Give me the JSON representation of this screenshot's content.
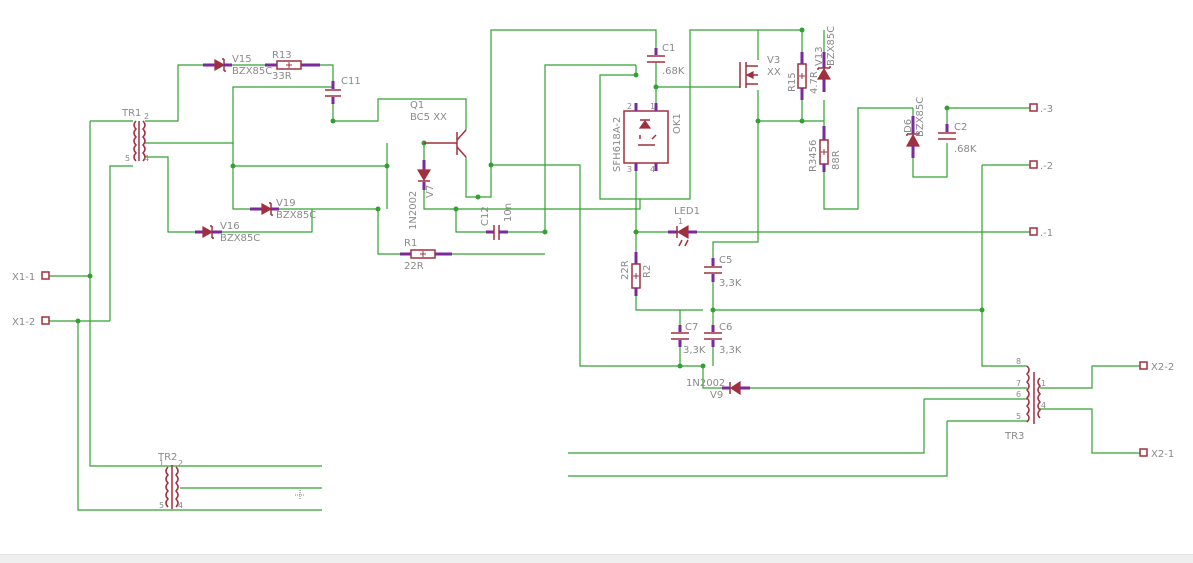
{
  "ports": {
    "x1_1": "X1-1",
    "x1_2": "X1-2",
    "x2_2": "X2-2",
    "x2_1": "X2-1",
    "out3": ".-3",
    "out2": ".-2",
    "out1": ".-1"
  },
  "parts": {
    "tr1": "TR1",
    "tr2": "TR2",
    "tr3": "TR3",
    "v15": "V15",
    "v15_val": "BZX85C",
    "r13": "R13",
    "r13_val": "33R",
    "c11": "C11",
    "q1": "Q1",
    "q1_val": "BC5 XX",
    "v19": "V19",
    "v19_val": "BZX85C",
    "v16": "V16",
    "v16_val": "BZX85C",
    "v7": "V7",
    "v7_val": "1N2002",
    "c12": "C12",
    "c12_val": "10n",
    "r1": "R1",
    "r1_val": "22R",
    "c1": "C1",
    "c1_val": ".68K",
    "ok1": "OK1",
    "ok1_val": "SFH618A-2",
    "v3": "V3",
    "v3_val": "XX",
    "r15": "R15",
    "r15_val": "4.7R",
    "v13": "V13",
    "v13_val": "BZX85C",
    "r3456": "R3456",
    "r3456_val": "88R",
    "d6": "D6",
    "d6_val": "BZX85C",
    "c2": "C2",
    "c2_val": ".68K",
    "led1": "LED1",
    "r2": "R2",
    "r2_val": "22R",
    "c5": "C5",
    "c5_val": "3,3K",
    "c7": "C7",
    "c7_val": "3,3K",
    "c6": "C6",
    "c6_val": "3,3K",
    "v9": "V9",
    "v9_val": "1N2002"
  },
  "pin_numbers": {
    "one": "1",
    "two": "2",
    "three": "3",
    "four": "4",
    "five": "5",
    "six": "6",
    "seven": "7",
    "eight": "8"
  },
  "colors": {
    "wire": "#33a033",
    "part": "#a03040",
    "pin": "#7a2a9a",
    "label": "#8a8a8a"
  }
}
